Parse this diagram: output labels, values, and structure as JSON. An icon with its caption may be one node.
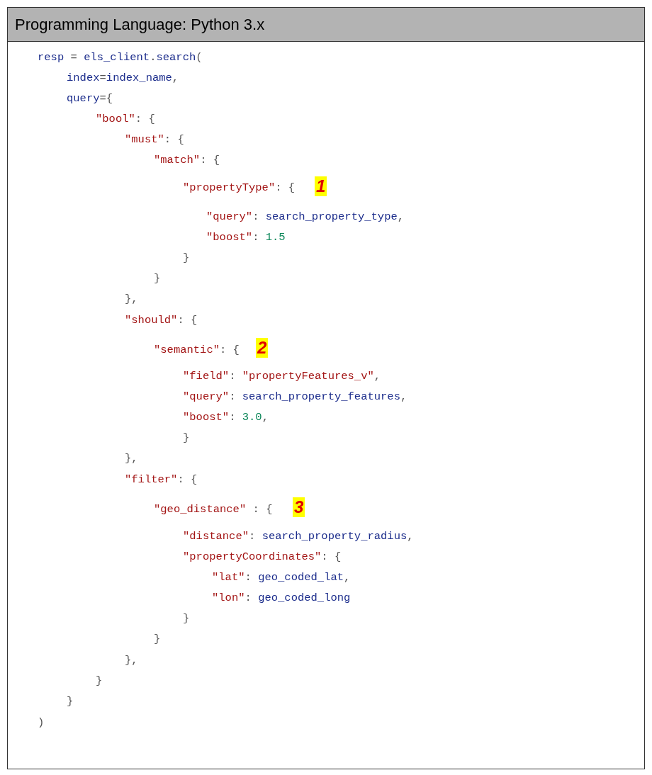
{
  "diagram": {
    "title": "Programming Language: Python 3.x",
    "labels": [
      "resp = els_client.search(",
      "index=index_name,",
      "query={",
      "\"bool\": {",
      "\"must\": {",
      "\"match\": {",
      "\"propertyType\": {",
      "1",
      "\"query\": search_property_type,",
      "\"boost\": 1.5",
      "}",
      "}",
      "},",
      "\"should\": {",
      "\"semantic\": {",
      "2",
      "\"field\": \"propertyFeatures_v\",",
      "\"query\": search_property_features,",
      "\"boost\": 3.0,",
      "}",
      "},",
      "\"filter\": {",
      "\"geo_distance\" : {",
      "3",
      "\"distance\": search_property_radius,",
      "\"propertyCoordinates\": {",
      "\"lat\": geo_coded_lat,",
      "\"lon\": geo_coded_long",
      "}",
      "}",
      "},",
      "}",
      "}",
      ")"
    ]
  }
}
